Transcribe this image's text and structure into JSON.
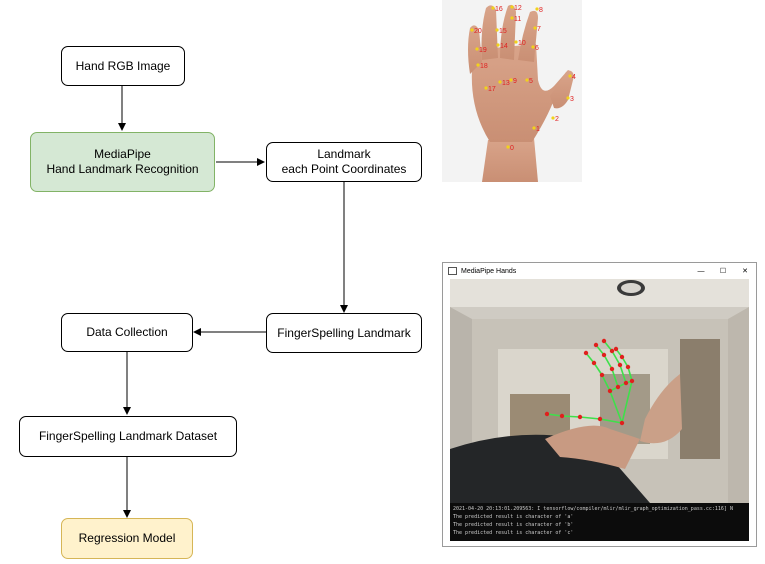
{
  "diagram": {
    "nodes": {
      "hand_rgb": "Hand RGB Image",
      "mediapipe": "MediaPipe\nHand Landmark Recognition",
      "landmark": "Landmark\neach Point Coordinates",
      "fingerspelling_landmark": "FingerSpelling Landmark",
      "data_collection": "Data Collection",
      "dataset": "FingerSpelling Landmark Dataset",
      "regression": "Regression Model"
    },
    "colors": {
      "green_fill": "#d5e8d4",
      "green_stroke": "#82b366",
      "yellow_fill": "#fff2cc",
      "yellow_stroke": "#d6b656"
    }
  },
  "hand_photo": {
    "landmark_labels": [
      "0",
      "1",
      "2",
      "3",
      "4",
      "5",
      "6",
      "7",
      "8",
      "9",
      "10",
      "11",
      "12",
      "13",
      "14",
      "15",
      "16",
      "17",
      "18",
      "19",
      "20"
    ]
  },
  "webcam_window": {
    "title": "MediaPipe Hands",
    "controls": {
      "minimize": "—",
      "maximize": "☐",
      "close": "✕"
    },
    "console_lines": [
      "2021-04-20 20:13:01.209563: I tensorflow/compiler/mlir/mlir_graph_optimization_pass.cc:116] N",
      "The predicted result is character of 'a'",
      "The predicted result is character of 'b'",
      "The predicted result is character of 'c'"
    ]
  }
}
